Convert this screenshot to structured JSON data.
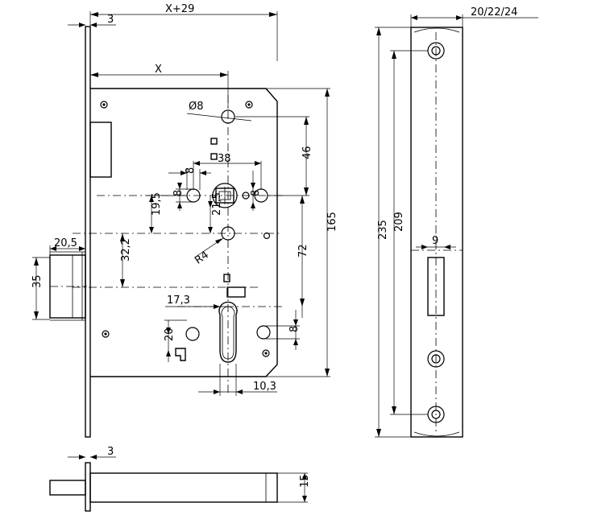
{
  "drawing": {
    "labels": {
      "x_plus_29": "X+29",
      "x": "X",
      "face_thickness_top": "3",
      "diameter_8": "Ø8",
      "d38": "38",
      "d8_left": "8",
      "d8_right": "8",
      "d46": "46",
      "d19_5": "19,5",
      "d21_5": "21,5",
      "r4": "R4",
      "d165": "165",
      "d20_5": "20,5",
      "d35": "35",
      "d32_2": "32,2",
      "d72": "72",
      "d17_3": "17,3",
      "d8_cyl": "8",
      "d20": "20",
      "d10_3": "10,3",
      "face_thickness_bottom": "3",
      "d15": "15",
      "d20_22_24": "20/22/24",
      "d235": "235",
      "d209": "209",
      "d9": "9"
    }
  }
}
